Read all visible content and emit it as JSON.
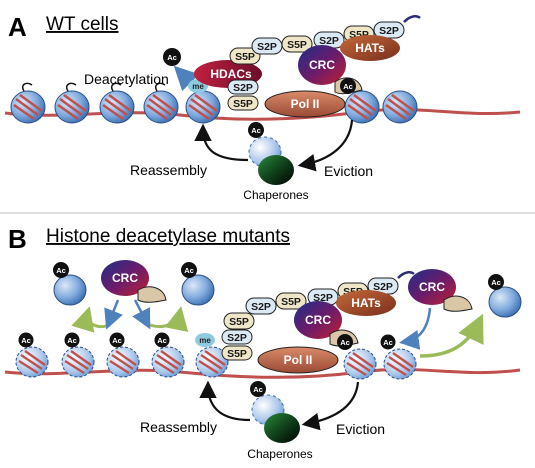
{
  "panel_a": {
    "letter": "A",
    "title": "WT cells",
    "deacetylation": "Deacetylation",
    "hdacs": "HDACs",
    "crc": "CRC",
    "hats": "HATs",
    "pol2": "Pol II",
    "reassembly": "Reassembly",
    "eviction": "Eviction",
    "chaperones": "Chaperones",
    "ac": "Ac",
    "me": "me",
    "s2p": "S2P",
    "s5p": "S5P"
  },
  "panel_b": {
    "letter": "B",
    "title": "Histone deacetylase mutants",
    "crc": "CRC",
    "hats": "HATs",
    "pol2": "Pol II",
    "reassembly": "Reassembly",
    "eviction": "Eviction",
    "chaperones": "Chaperones",
    "ac": "Ac",
    "me": "me",
    "s2p": "S2P",
    "s5p": "S5P"
  },
  "colors": {
    "dna": "#c0504d",
    "nucleosome": "#6f9fd8",
    "pill": "#efe6c8",
    "hdacs": "#9b1b3a",
    "hats": "#a0522d",
    "pol2": "#b5634b",
    "green_arrow": "#9bbb59",
    "blue_arrow": "#4f81bd"
  }
}
